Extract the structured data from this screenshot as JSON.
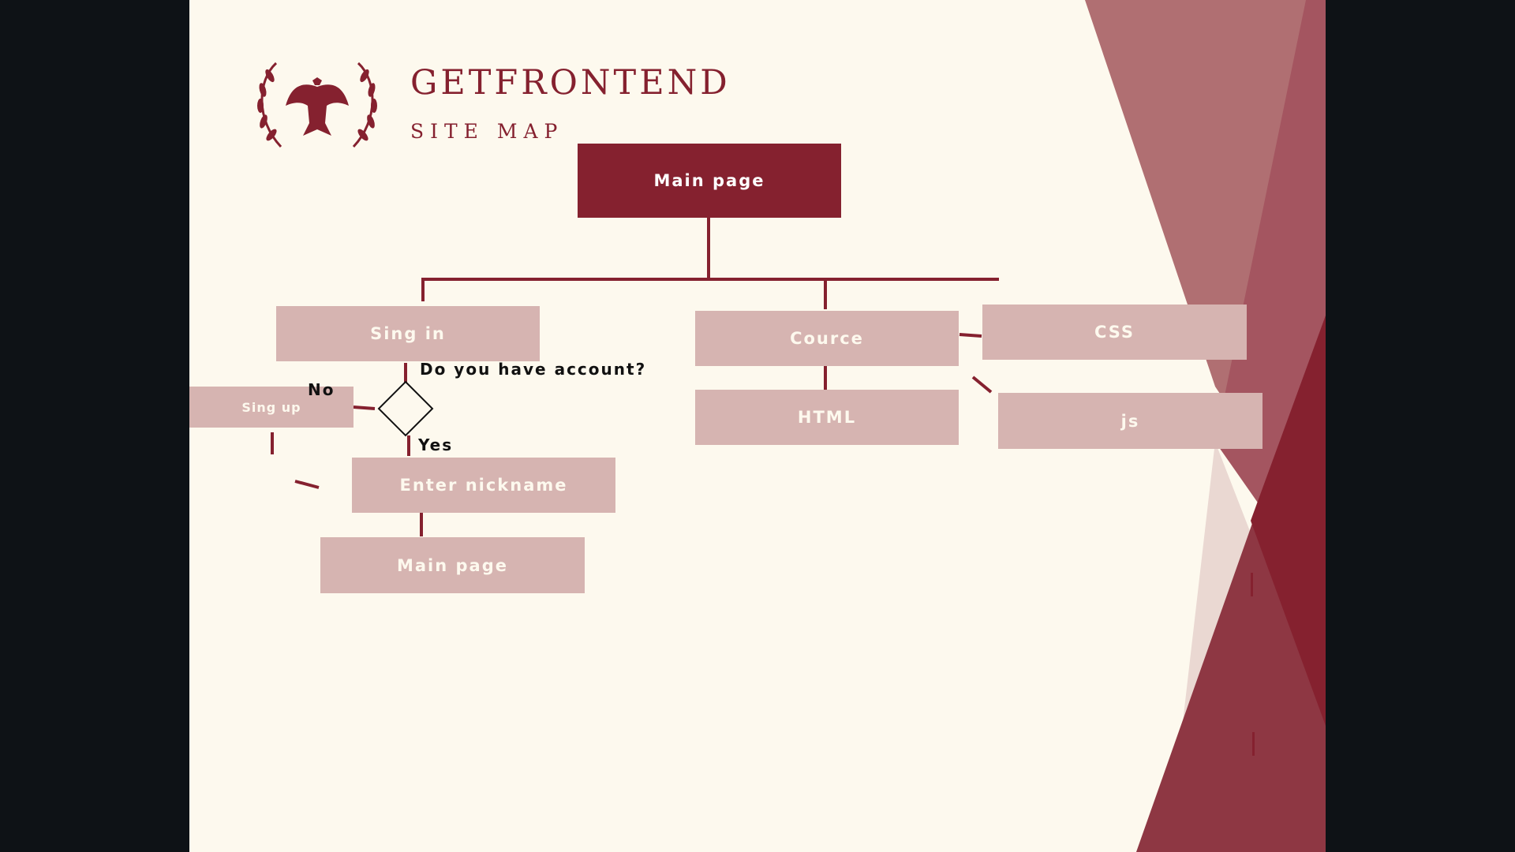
{
  "header": {
    "brand": "GETFRONTEND",
    "subtitle": "SITE MAP"
  },
  "diagram": {
    "root": "Main page",
    "sign_in": "Sing in",
    "question": "Do you have account?",
    "no_label": "No",
    "yes_label": "Yes",
    "sign_up": "Sing up",
    "enter_nickname": "Enter nickname",
    "main_page_after": "Main page",
    "course": "Cource",
    "html": "HTML",
    "css": "CSS",
    "js": "js"
  },
  "colors": {
    "background": "#fdf9ee",
    "accent": "#85212f",
    "box_fill": "#d6b4b1",
    "frame": "#0e1216"
  },
  "logo": {
    "icon": "eagle-laurel-seal-icon"
  }
}
